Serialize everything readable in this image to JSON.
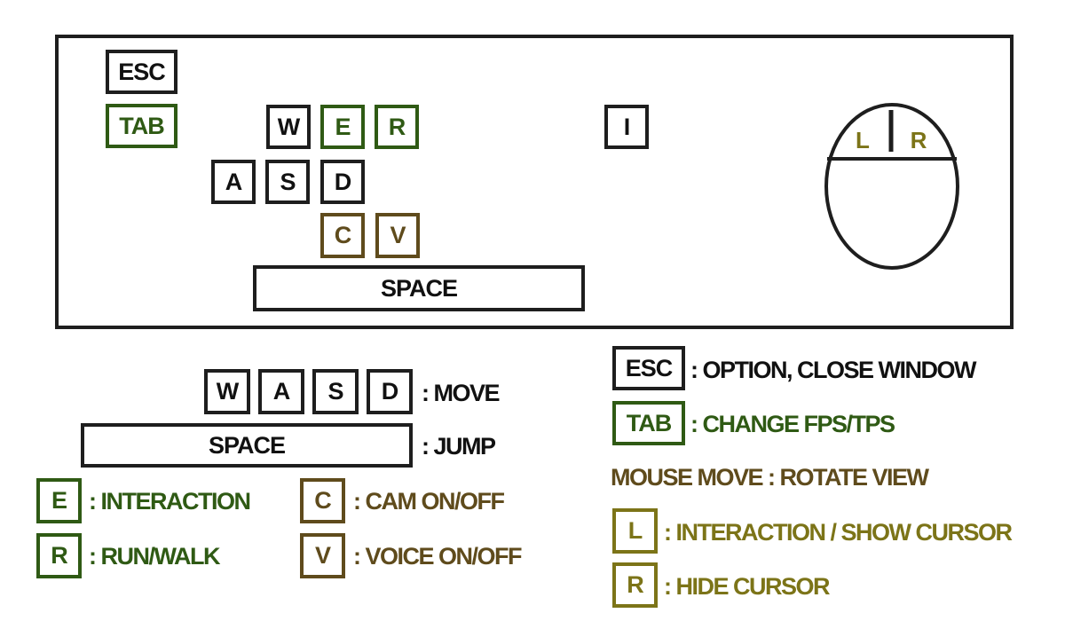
{
  "keyboard": {
    "esc": "ESC",
    "tab": "TAB",
    "w": "W",
    "e": "E",
    "r": "R",
    "i": "I",
    "a": "A",
    "s": "S",
    "d": "D",
    "c": "C",
    "v": "V",
    "space": "SPACE"
  },
  "mouse": {
    "left_label": "L",
    "right_label": "R"
  },
  "legend": {
    "move_keys": [
      "W",
      "A",
      "S",
      "D"
    ],
    "move_label": ": MOVE",
    "space_key": "SPACE",
    "jump_label": ": JUMP",
    "e_key": "E",
    "e_label": ": INTERACTION",
    "r_key": "R",
    "r_label": ": RUN/WALK",
    "c_key": "C",
    "c_label": ": CAM ON/OFF",
    "v_key": "V",
    "v_label": ": VOICE ON/OFF",
    "esc_key": "ESC",
    "esc_label": ": OPTION, CLOSE WINDOW",
    "tab_key": "TAB",
    "tab_label": ": CHANGE FPS/TPS",
    "mouse_move_label": "MOUSE MOVE : ROTATE VIEW",
    "l_key": "L",
    "l_label": ": INTERACTION / SHOW CURSOR",
    "r_mouse_key": "R",
    "r_mouse_label": ": HIDE CURSOR"
  },
  "colors": {
    "dark": "#1e1e1e",
    "green": "#2f5a14",
    "brown": "#5f4b1c",
    "olive": "#7c7418"
  }
}
